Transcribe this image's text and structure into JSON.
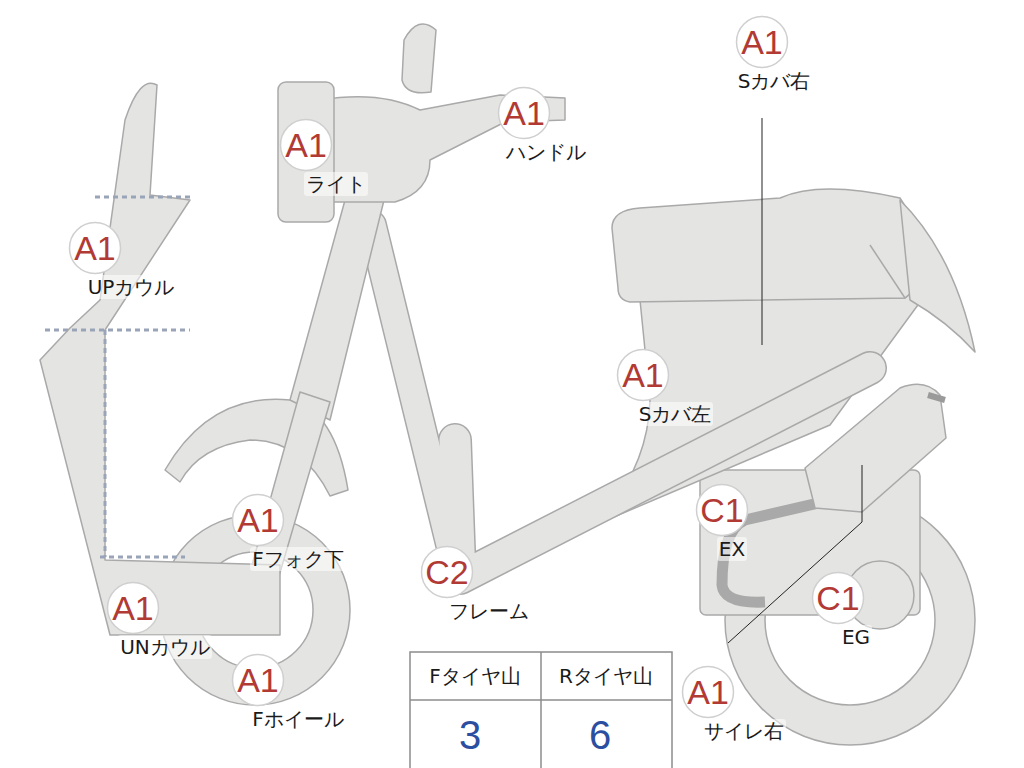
{
  "diagram": {
    "nodes": [
      {
        "text": [
          "A1",
          "Sカバ右"
        ]
      },
      {
        "text": [
          "A1",
          "ハンドル"
        ]
      },
      {
        "text": [
          "A1",
          "ライト"
        ]
      },
      {
        "text": [
          "A1",
          "UPカウル"
        ]
      },
      {
        "text": [
          "A1",
          "Sカバ左"
        ]
      },
      {
        "text": [
          "A1",
          "Fフォク下"
        ]
      },
      {
        "text": [
          "C1",
          "EX"
        ]
      },
      {
        "text": [
          "C2",
          "フレーム"
        ]
      },
      {
        "text": [
          "C1",
          "EG"
        ]
      },
      {
        "text": [
          "A1",
          "UNカウル"
        ]
      },
      {
        "text": [
          "A1",
          "Fホイール"
        ]
      },
      {
        "text": [
          "A1",
          "サイレ右"
        ]
      }
    ],
    "labels": [
      "Fタイヤ山",
      "Rタイヤ山",
      "3",
      "6"
    ]
  }
}
